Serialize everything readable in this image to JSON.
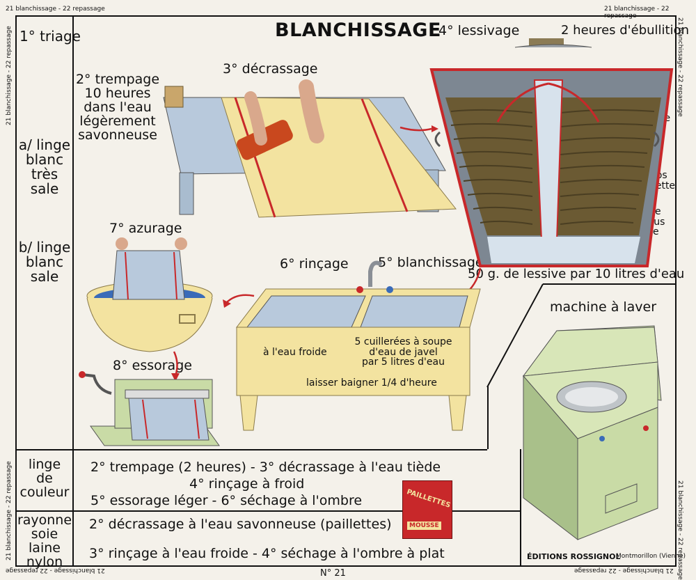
{
  "margins": {
    "top_left": "21 blanchissage - 22 repassage",
    "top_right": "21 blanchissage - 22 repassage",
    "bottom_left": "21 blanchissage - 22 repassage",
    "bottom_right": "21 blanchissage - 22 repassage",
    "left_top": "21 blanchissage - 22 repassage",
    "left_bottom": "21 blanchissage - 22 repassage",
    "right_top": "21 blanchissage - 22 repassage",
    "right_bottom": "21 blanchissage - 22 repassage"
  },
  "title": "BLANCHISSAGE",
  "left_column": {
    "triage": "1° triage",
    "linge_blanc_tres_sale": [
      "a/ linge",
      "blanc",
      "très sale"
    ],
    "linge_blanc_sale": [
      "b/ linge",
      "blanc",
      "sale"
    ]
  },
  "steps": {
    "trempage": [
      "2° trempage",
      "10 heures",
      "dans l'eau",
      "légèrement",
      "savonneuse"
    ],
    "decrassage": "3° décrassage",
    "lessivage": "4° lessivage",
    "ebullition": "2 heures d'ébullition",
    "linge_fin": [
      "linge",
      "fin"
    ],
    "draps": [
      "draps",
      "serviette"
    ],
    "linge_plus_sale": [
      "linge",
      "le plus sale"
    ],
    "lessive_dose": "50 g. de lessive par 10 litres d'eau",
    "blanchissage": "5° blanchissage",
    "rincage": "6° rinçage",
    "azurage": "7° azurage",
    "essorage": "8° essorage",
    "eau_froide": "à l'eau froide",
    "javel": [
      "5 cuillerées à soupe",
      "d'eau de javel",
      "par 5 litres d'eau"
    ],
    "baigner": "laisser baigner 1/4 d'heure"
  },
  "machine": {
    "label": "machine à laver"
  },
  "couleur": {
    "label": [
      "linge",
      "de",
      "couleur"
    ],
    "line1": "2° trempage (2 heures) - 3° décrassage à l'eau tiède",
    "line2": "4° rinçage à froid",
    "line3": "5° essorage léger - 6° séchage à l'ombre"
  },
  "rayonne": {
    "label": [
      "rayonne",
      "soie",
      "laine",
      "nylon"
    ],
    "line1": "2° décrassage à l'eau savonneuse (paillettes)",
    "line2": "3° rinçage à l'eau froide - 4°   séchage à l'ombre à plat"
  },
  "box": {
    "top": "PAILLETTES",
    "bottom": "MOUSSE"
  },
  "editor": {
    "name": "ÉDITIONS ROSSIGNOL",
    "place": "Montmorillon (Vienne)"
  },
  "number": "N° 21",
  "colors": {
    "paper": "#f4f1ea",
    "cream": "#f3e3a0",
    "blue": "#b8c9dc",
    "green": "#c9dba6",
    "red": "#c8282a",
    "brown": "#6b5a33"
  }
}
